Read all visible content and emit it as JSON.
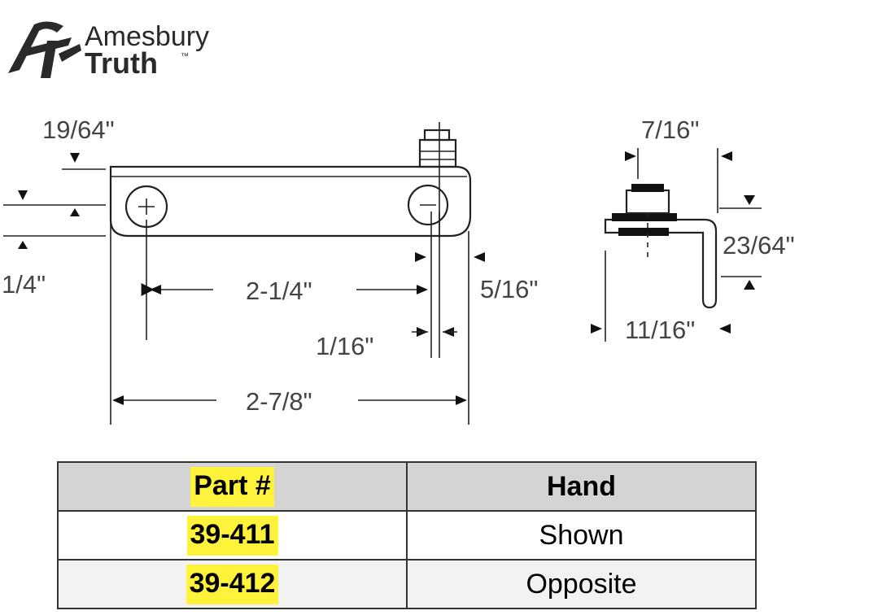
{
  "brand": {
    "line1": "Amesbury",
    "line2": "Truth",
    "tm": "™"
  },
  "dimensions": {
    "hole_offset_top": "19/64\"",
    "edge_offset": "1/4\"",
    "hole_spacing": "2-1/4\"",
    "slot_width": "1/16\"",
    "end_offset": "5/16\"",
    "overall_length": "2-7/8\"",
    "side_width": "7/16\"",
    "side_height": "23/64\"",
    "side_depth": "11/16\""
  },
  "table": {
    "headers": [
      "Part #",
      "Hand"
    ],
    "rows": [
      {
        "part": "39-411",
        "hand": "Shown"
      },
      {
        "part": "39-412",
        "hand": "Opposite"
      }
    ],
    "highlight_color": "#fff23a",
    "header_bg": "#d4d4d4"
  }
}
